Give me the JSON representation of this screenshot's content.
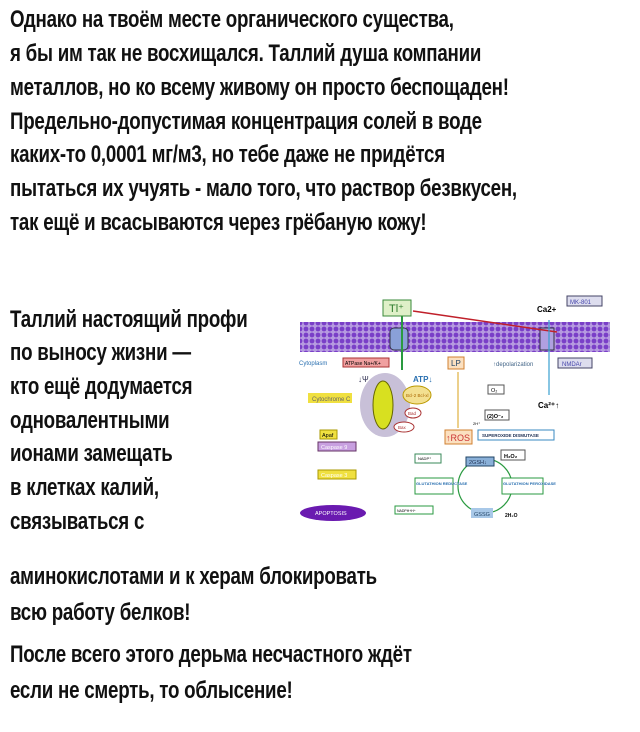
{
  "paragraph1": [
    "Однако на твоём месте органического существа,",
    "я бы им так не восхищался. Таллий душа компании",
    "металлов, но ко всему живому он просто беспощаден!",
    "Предельно-допустимая концентрация солей в воде",
    "каких-то 0,0001 мг/м3, но тебе даже не придётся",
    "пытаться их учуять - мало того, что раствор безвкусен,",
    "так ещё и всасываются через грёбаную кожу!"
  ],
  "paragraph2": [
    "Таллий настоящий профи",
    "по выносу жизни —",
    "кто ещё додумается",
    "одновалентными",
    "ионами замещать",
    "в клетках калий,",
    "связываться с",
    "аминокислотами и к херам блокировать",
    "всю работу белков!",
    "После всего этого дерьма несчастного ждёт",
    "если не смерть, то облысение!"
  ],
  "diagram": {
    "tl": "Tl⁺",
    "ca_top": "Ca2+",
    "mk801": "MK-801",
    "cytoplasm": "Cytoplasm",
    "atpase": "ATPase Na+/K+",
    "lp": "LP",
    "depolarization": "↑depolarization",
    "nmdar": "NMDAr",
    "psi": "↓Ψ",
    "atp": "ATP↓",
    "cytochrome": "Cytochrome C",
    "bcl2": "Bcl-2 Bcl-xl",
    "bad": "Bad",
    "bax": "Bax",
    "o2": "O₂",
    "superoxide": "(2)O⁻₂",
    "ca_bottom": "Ca²⁺↑",
    "apaf": "Apaf",
    "caspase9": "Caspase 9",
    "ros": "↑ROS",
    "sod": "SUPEROXIDE DISMUTASE",
    "h2o2": "H₂O₂",
    "nadp": "NADP⁺",
    "gsh": "2GSH↓",
    "caspase3": "Caspase 3",
    "gr": "GLUTATHION REDUCTASE",
    "gpx": "GLUTATHION PEROXIDASE",
    "apoptosis": "APOPTOSIS",
    "nadph": "NADPH+H⁺",
    "gssg": "GSSG",
    "h2o": "2H₂O",
    "hplus": "2H⁺"
  }
}
